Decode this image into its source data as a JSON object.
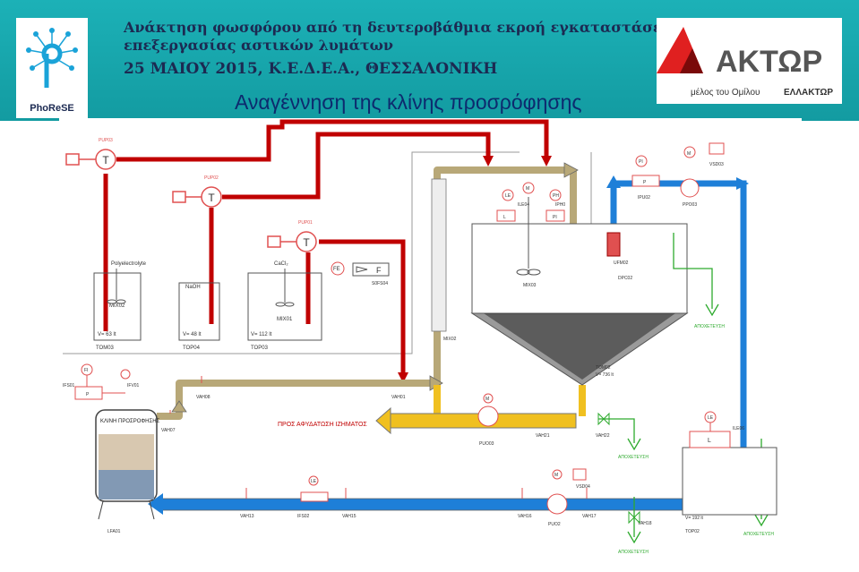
{
  "header": {
    "title_line1": "Ανάκτηση φωσφόρου από τη δευτεροβάθμια εκροή εγκαταστάσεων",
    "title_line2": "επεξεργασίας αστικών λυμάτων",
    "date_place": "25 ΜΑΙΟΥ 2015, Κ.Ε.Δ.Ε.Α., ΘΕΣΣΑΛΟΝΙΚΗ",
    "slide_title": "Αναγέννηση της κλίνης προσρόφησης",
    "logo_left_text": "PhoReSE",
    "logo_right_text": "ΑΚΤΩΡ",
    "logo_right_sub_prefix": "μέλος του Ομίλου",
    "logo_right_sub_brand": "ΕΛΛΑΚΤΩΡ"
  },
  "diagram": {
    "colors": {
      "red_flow": "#c00000",
      "blue_flow": "#1e7fd8",
      "tan_flow": "#c8b88a",
      "yellow_flow": "#f0c020",
      "instrument_red": "#e05050",
      "green_drain": "#2eaa2e",
      "outline": "#555555",
      "header_teal": "#17a3a9",
      "title_navy": "#1c2a52"
    },
    "pumps": {
      "pup03": "PUP03",
      "pup02": "PUP02",
      "pup01": "PUP01",
      "pupo3": "PUO03",
      "puo2": "PUO2",
      "ppo03": "PPO03"
    },
    "tanks": {
      "tom03": {
        "label": "TOM03",
        "content": "Polyelectrolyte",
        "volume": "V= 63 lt",
        "mixer": "MIX02"
      },
      "top04": {
        "label": "TOP04",
        "content": "NaOH",
        "volume": "V= 48 lt"
      },
      "top03": {
        "label": "TOP03",
        "content": "CaCl₂",
        "volume": "V= 112 lt",
        "mixer": "MIX01"
      },
      "tom02": {
        "label": "TOM02",
        "volume": "V= 736 lt",
        "mixer": "MIX03"
      },
      "top02": {
        "label": "TOP02",
        "volume": "V= 192 lt"
      }
    },
    "labels": {
      "bed": "ΚΛΙΝΗ ΠΡΟΣΡΟΦΗΣΗΣ",
      "to_dewatering": "ΠΡΟΣ ΑΦΥΔΑΤΩΣΗ ΙΖΗΜΑΤΟΣ",
      "drain": "ΑΠΟΧΕΤΕΥΣΗ",
      "flow_meter": "F",
      "fe": "FE",
      "sfs04": "S0FS04",
      "mix02b": "MIX02",
      "lsl04": "ILE04",
      "lph": "IPH0",
      "dpc02": "DPC02",
      "ufm02": "UFM02",
      "vah08": "VAH08",
      "vah01": "VAH01",
      "vah21": "VAH21",
      "vah22": "VAH22",
      "vah07": "VAH07",
      "vah13": "VAH13",
      "vah15": "VAH15",
      "vah16": "VAH16",
      "vah17": "VAH17",
      "vah18": "VAH18",
      "ifs02": "IFS02",
      "ifs01": "IFS01",
      "ifv01": "IFV01",
      "le06": "ILE06",
      "vsd03": "VSD03",
      "vsd04": "VSD04",
      "ipu02": "IPU02",
      "lfa01": "LFA01",
      "t": "T",
      "p": "P",
      "l": "L",
      "m": "M",
      "pi": "PI",
      "le": "LE",
      "ph": "PH",
      "fi": "FI"
    }
  }
}
